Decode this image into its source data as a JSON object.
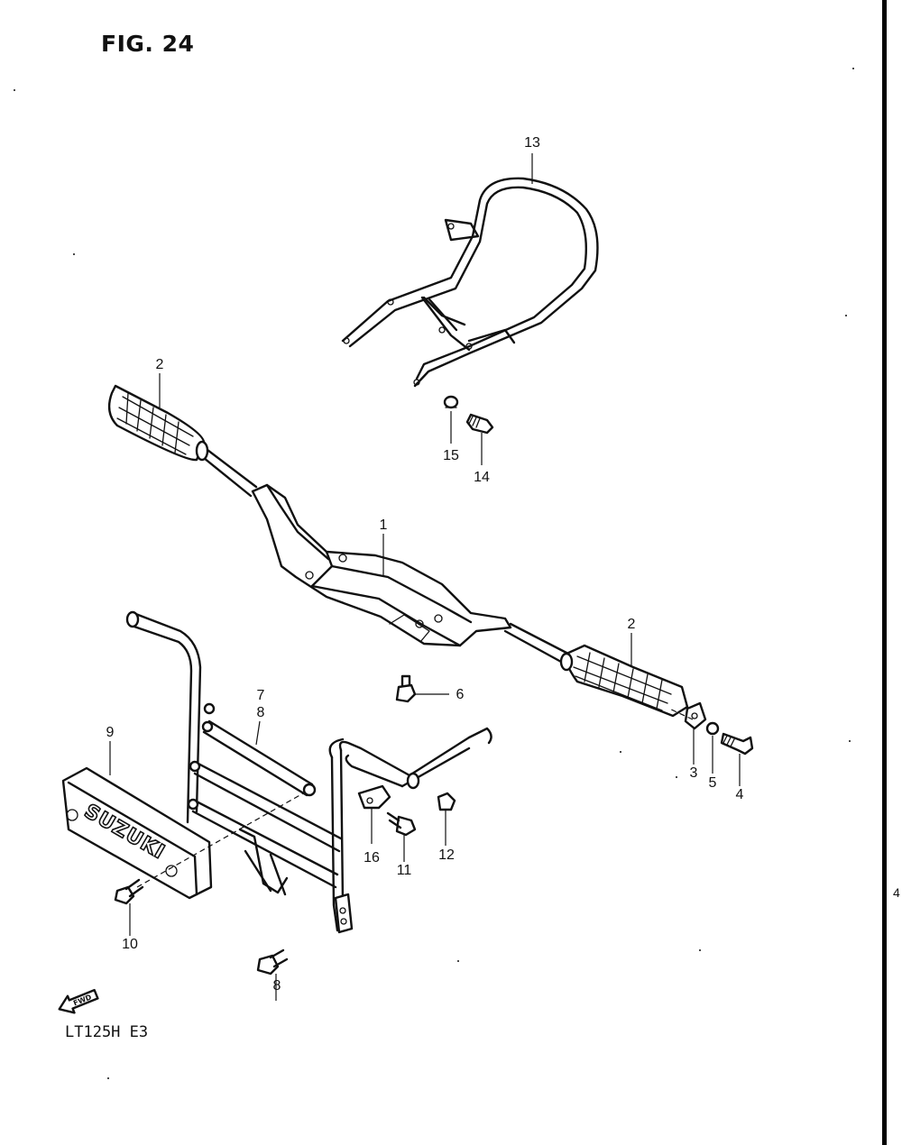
{
  "figure": {
    "title": "FIG. 24",
    "model": "LT125H  E3",
    "brand_mark": "SUZUKI",
    "direction_arrow_text": "FWD",
    "edge_fragment": "4"
  },
  "callouts": [
    {
      "id": "c13",
      "label": "13"
    },
    {
      "id": "c2a",
      "label": "2"
    },
    {
      "id": "c15",
      "label": "15"
    },
    {
      "id": "c14",
      "label": "14"
    },
    {
      "id": "c1",
      "label": "1"
    },
    {
      "id": "c2b",
      "label": "2"
    },
    {
      "id": "c6",
      "label": "6"
    },
    {
      "id": "c7",
      "label": "7"
    },
    {
      "id": "c8a",
      "label": "8"
    },
    {
      "id": "c9",
      "label": "9"
    },
    {
      "id": "c3",
      "label": "3"
    },
    {
      "id": "c5",
      "label": "5"
    },
    {
      "id": "c4",
      "label": "4"
    },
    {
      "id": "c16",
      "label": "16"
    },
    {
      "id": "c11",
      "label": "11"
    },
    {
      "id": "c12",
      "label": "12"
    },
    {
      "id": "c10",
      "label": "10"
    },
    {
      "id": "c8b",
      "label": "8"
    }
  ],
  "colors": {
    "line": "#111111",
    "background": "#ffffff"
  }
}
